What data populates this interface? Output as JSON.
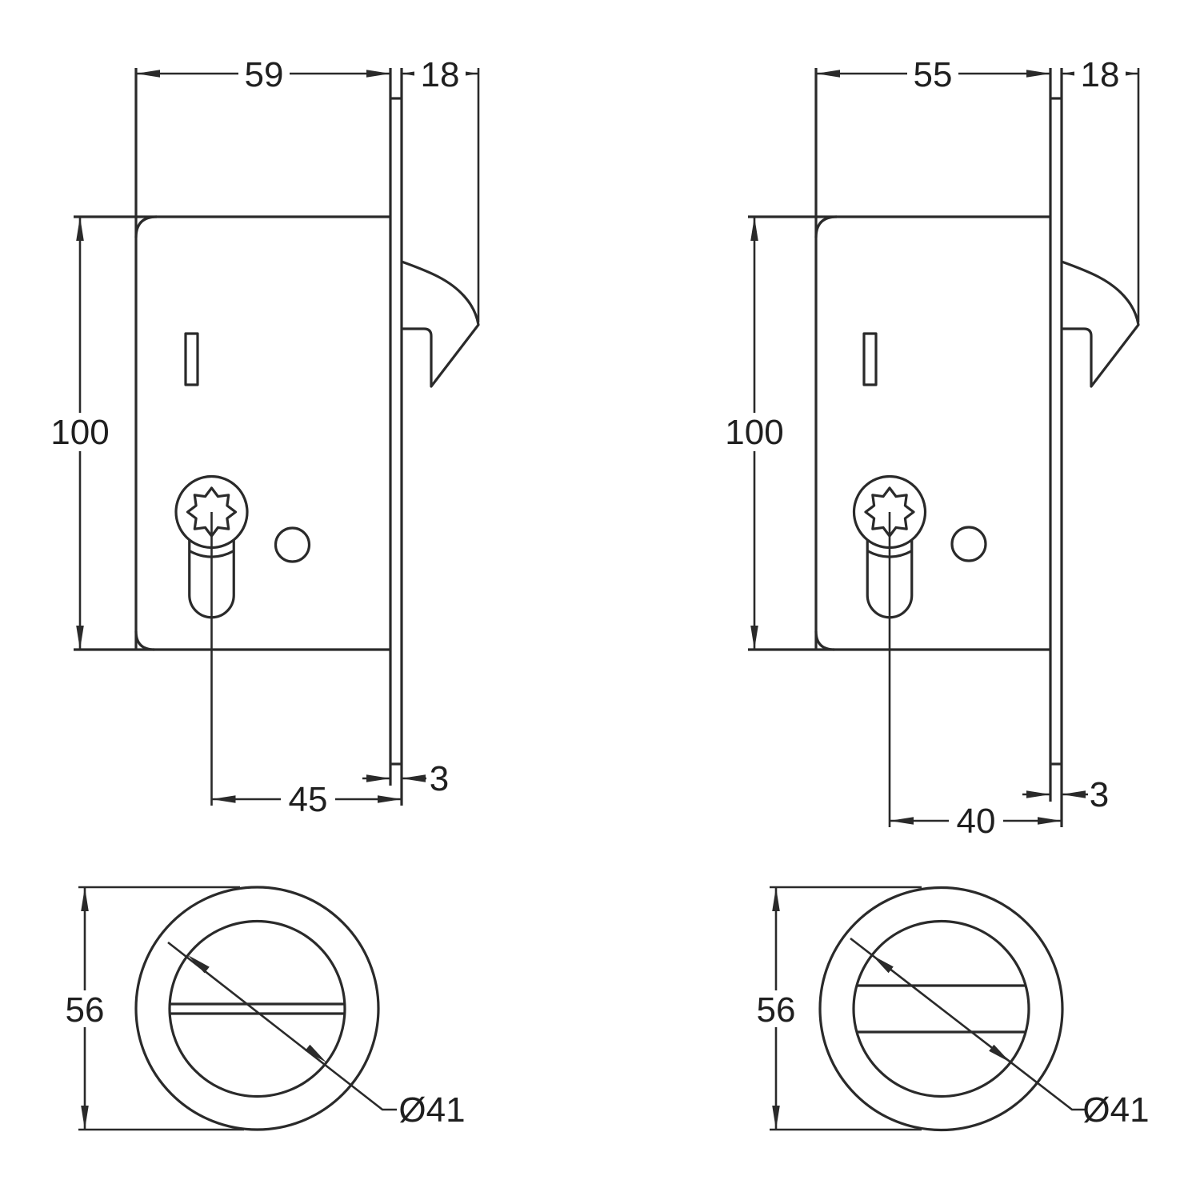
{
  "drawing": {
    "background": "#ffffff",
    "line_color": "#2a2a2a",
    "views": {
      "lock_left": {
        "width": "59",
        "protrusion": "18",
        "height": "100",
        "backset": "45",
        "plate_thickness": "3"
      },
      "lock_right": {
        "width": "55",
        "protrusion": "18",
        "height": "100",
        "backset": "40",
        "plate_thickness": "3"
      },
      "pull_left": {
        "outer_height": "56",
        "bore_diameter": "Ø41"
      },
      "pull_right": {
        "outer_height": "56",
        "bore_diameter": "Ø41"
      }
    }
  }
}
